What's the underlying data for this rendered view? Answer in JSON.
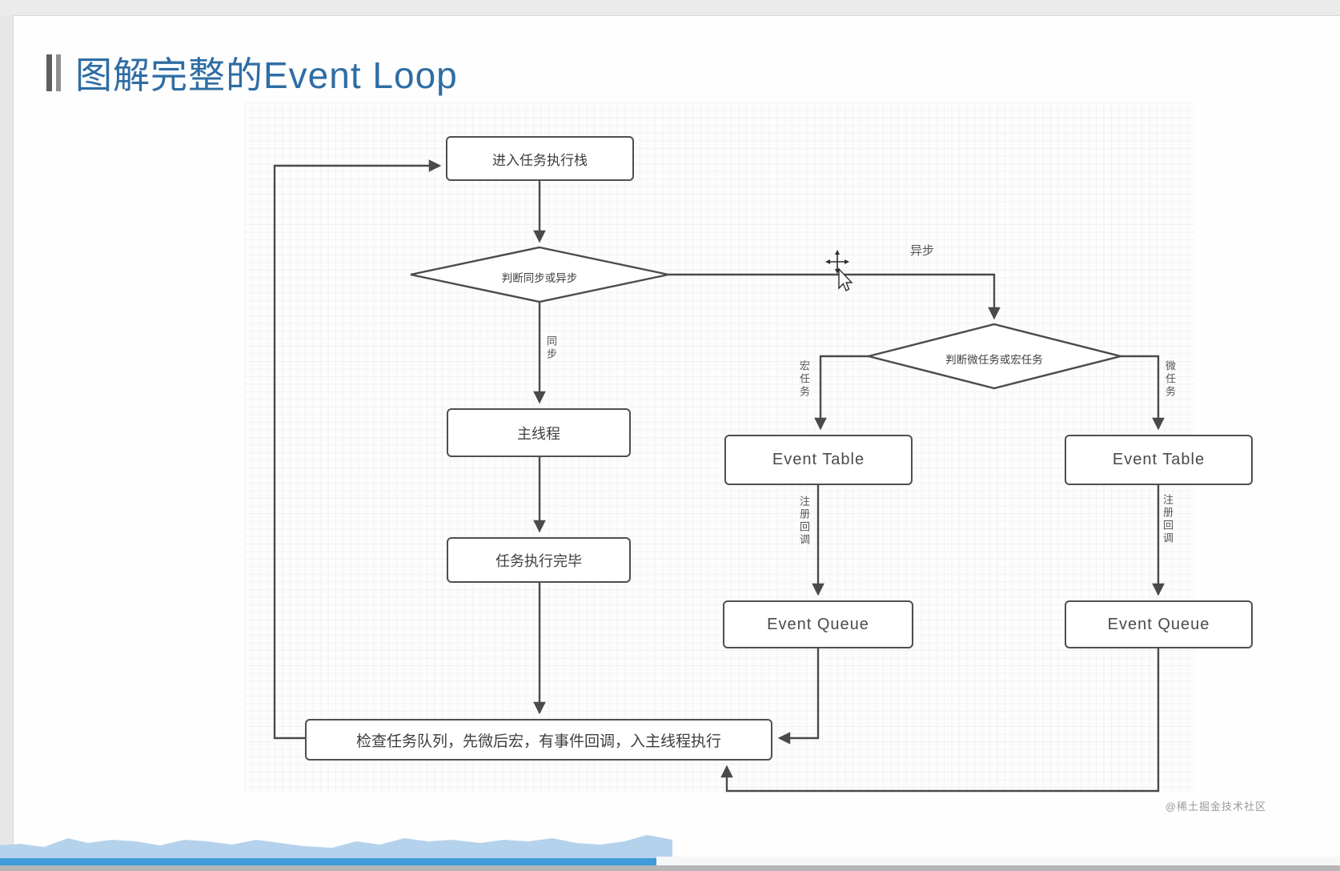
{
  "page": {
    "title": "图解完整的Event Loop",
    "watermark": "@稀土掘金技术社区"
  },
  "flowchart": {
    "nodes": {
      "enter_stack": {
        "label": "进入任务执行栈"
      },
      "judge_sync_async": {
        "label": "判断同步或异步"
      },
      "main_thread": {
        "label": "主线程"
      },
      "task_done": {
        "label": "任务执行完毕"
      },
      "check_queue": {
        "label": "检查任务队列，先微后宏，有事件回调，入主线程执行"
      },
      "judge_micro_macro": {
        "label": "判断微任务或宏任务"
      },
      "event_table_macro": {
        "label": "Event Table"
      },
      "event_queue_macro": {
        "label": "Event Queue"
      },
      "event_table_micro": {
        "label": "Event Table"
      },
      "event_queue_micro": {
        "label": "Event Queue"
      }
    },
    "edge_labels": {
      "sync": "同步",
      "async": "异步",
      "macro_task": "宏任务",
      "micro_task": "微任务",
      "register_callback_left": "注册回调",
      "register_callback_right": "注册回调"
    }
  },
  "colors": {
    "title_blue": "#2e6da4",
    "connector_gray": "#4a4a4a",
    "progress_bar_blue": "#3f9bd9",
    "wave_light_blue": "#b5d2ec"
  }
}
